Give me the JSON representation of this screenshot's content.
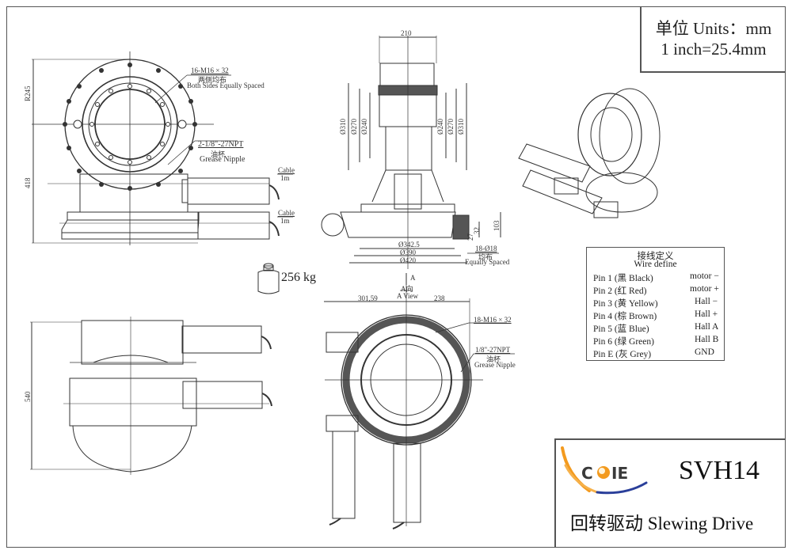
{
  "units": {
    "line1": "单位 Units：mm",
    "line2": "1 inch=25.4mm"
  },
  "wire_define": {
    "title_cn": "接线定义",
    "title_en": "Wire define",
    "rows": [
      {
        "pin": "Pin 1 (黑 Black)",
        "function": "motor −"
      },
      {
        "pin": "Pin 2 (红 Red)",
        "function": "motor +"
      },
      {
        "pin": "Pin 3 (黄 Yellow)",
        "function": "Hall −"
      },
      {
        "pin": "Pin 4 (棕 Brown)",
        "function": "Hall +"
      },
      {
        "pin": "Pin 5 (蓝 Blue)",
        "function": "Hall A"
      },
      {
        "pin": "Pin 6 (绿 Green)",
        "function": "Hall B"
      },
      {
        "pin": "Pin E (灰 Grey)",
        "function": "GND"
      }
    ]
  },
  "title_block": {
    "brand": "COIE",
    "model": "SVH14",
    "description": "回转驱动  Slewing Drive",
    "colors": {
      "orange": "#f39a1e",
      "blue": "#2a3f9a",
      "text": "#3a3a3a"
    }
  },
  "weight": {
    "value": "256 kg",
    "icon": "weight-icon"
  },
  "front_view": {
    "bolt_note": "16-M16 × 32",
    "bolt_note_cn": "两侧均布",
    "bolt_note_en": "Both Sides Equally Spaced",
    "grease_note": "2-1/8\"-27NPT",
    "grease_note_cn": "油杯",
    "grease_note_en": "Grease Nipple",
    "cable1_label": "Cable",
    "cable1_length": "1m",
    "cable2_label": "Cable",
    "cable2_length": "1m",
    "dim_radius": "R245",
    "dim_height": "418"
  },
  "side_view": {
    "dim_width": "210",
    "dims_left": [
      "Ø310",
      "Ø270",
      "Ø240"
    ],
    "dims_right": [
      "Ø240",
      "Ø270",
      "Ø310"
    ],
    "dim_342": "Ø342.5",
    "dim_390": "Ø390",
    "dim_420": "Ø420",
    "dim_103": "103",
    "dim_32": "32",
    "dim_27": "27",
    "holes_note": "18-Ø18",
    "holes_note_cn": "均布",
    "holes_note_en": "Equally Spaced"
  },
  "top_view": {
    "dim_540": "540"
  },
  "a_view": {
    "arrow_label": "A",
    "title_cn": "A向",
    "title_en": "A View",
    "dim_left": "301,59",
    "dim_right": "238",
    "bolt_note": "18-M16 × 32",
    "grease_note": "1/8\"-27NPT",
    "grease_note_cn": "油杯",
    "grease_note_en": "Grease Nipple"
  }
}
